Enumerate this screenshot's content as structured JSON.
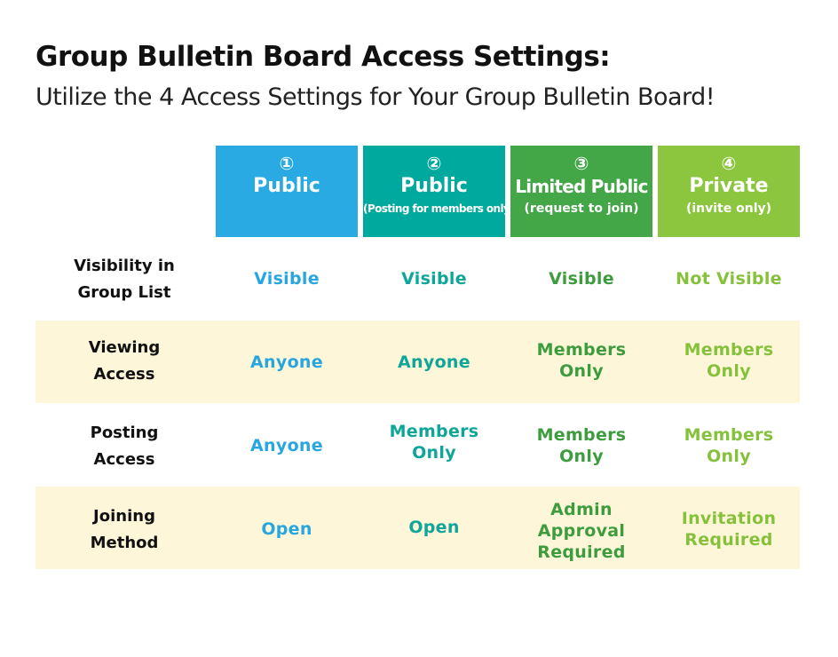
{
  "title": "Group Bulletin Board Access Settings:",
  "subtitle": "Utilize the 4 Access Settings for Your Group Bulletin Board!",
  "colors": {
    "public": "#29aae2",
    "public_members": "#00a99d",
    "limited": "#43a647",
    "private": "#8cc63f",
    "band": "#fdf6d8"
  },
  "columns": [
    {
      "number": "①",
      "name": "Public",
      "note": ""
    },
    {
      "number": "②",
      "name": "Public",
      "note": "(Posting for members only)"
    },
    {
      "number": "③",
      "name": "Limited Public",
      "note": "(request to join)"
    },
    {
      "number": "④",
      "name": "Private",
      "note": "(invite only)"
    }
  ],
  "rows": [
    {
      "label_line1": "Visibility in",
      "label_line2": "Group List",
      "cells": [
        [
          "Visible"
        ],
        [
          "Visible"
        ],
        [
          "Visible"
        ],
        [
          "Not Visible"
        ]
      ]
    },
    {
      "label_line1": "Viewing",
      "label_line2": "Access",
      "cells": [
        [
          "Anyone"
        ],
        [
          "Anyone"
        ],
        [
          "Members",
          "Only"
        ],
        [
          "Members",
          "Only"
        ]
      ]
    },
    {
      "label_line1": "Posting",
      "label_line2": "Access",
      "cells": [
        [
          "Anyone"
        ],
        [
          "Members",
          "Only"
        ],
        [
          "Members",
          "Only"
        ],
        [
          "Members",
          "Only"
        ]
      ]
    },
    {
      "label_line1": "Joining",
      "label_line2": "Method",
      "cells": [
        [
          "Open"
        ],
        [
          "Open"
        ],
        [
          "Admin",
          "Approval",
          "Required"
        ],
        [
          "Invitation",
          "Required"
        ]
      ]
    }
  ]
}
